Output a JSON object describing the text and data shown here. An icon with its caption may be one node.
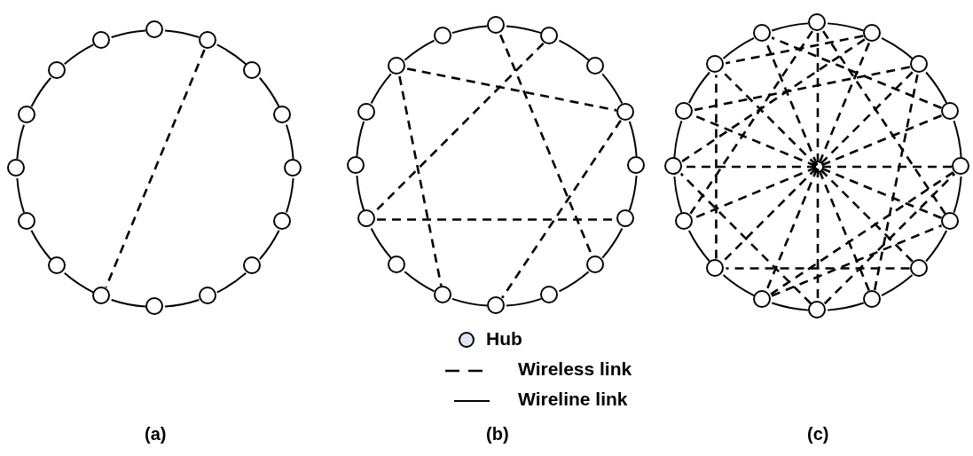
{
  "diagram": {
    "nodes": [
      {
        "text": [],
        "shape": "circle"
      },
      {
        "text": [],
        "shape": "circle"
      },
      {
        "text": [],
        "shape": "circle"
      },
      {
        "text": [],
        "shape": "circle"
      },
      {
        "text": [],
        "shape": "circle"
      },
      {
        "text": [],
        "shape": "circle"
      },
      {
        "text": [],
        "shape": "circle"
      },
      {
        "text": [],
        "shape": "circle"
      },
      {
        "text": [],
        "shape": "circle"
      },
      {
        "text": [],
        "shape": "circle"
      },
      {
        "text": [],
        "shape": "circle"
      },
      {
        "text": [],
        "shape": "circle"
      },
      {
        "text": [],
        "shape": "circle"
      },
      {
        "text": [],
        "shape": "circle"
      },
      {
        "text": [],
        "shape": "circle"
      },
      {
        "text": [],
        "shape": "circle"
      },
      {
        "text": [],
        "shape": "circle"
      },
      {
        "text": [],
        "shape": "circle"
      },
      {
        "text": [],
        "shape": "circle"
      },
      {
        "text": [],
        "shape": "circle"
      },
      {
        "text": [],
        "shape": "circle"
      },
      {
        "text": [],
        "shape": "circle"
      },
      {
        "text": [],
        "shape": "circle"
      },
      {
        "text": [],
        "shape": "circle"
      },
      {
        "text": [],
        "shape": "circle"
      },
      {
        "text": [],
        "shape": "circle"
      },
      {
        "text": [],
        "shape": "circle"
      },
      {
        "text": [],
        "shape": "circle"
      },
      {
        "text": [],
        "shape": "circle"
      },
      {
        "text": [],
        "shape": "circle"
      },
      {
        "text": [],
        "shape": "circle"
      },
      {
        "text": [],
        "shape": "circle"
      },
      {
        "text": [],
        "shape": "circle"
      },
      {
        "text": [],
        "shape": "circle"
      },
      {
        "text": [],
        "shape": "circle"
      },
      {
        "text": [],
        "shape": "circle"
      },
      {
        "text": [],
        "shape": "circle"
      },
      {
        "text": [],
        "shape": "circle"
      },
      {
        "text": [],
        "shape": "circle"
      },
      {
        "text": [],
        "shape": "circle"
      },
      {
        "text": [],
        "shape": "circle"
      },
      {
        "text": [],
        "shape": "circle"
      },
      {
        "text": [],
        "shape": "circle"
      },
      {
        "text": [],
        "shape": "circle"
      },
      {
        "text": [],
        "shape": "circle"
      },
      {
        "text": [],
        "shape": "circle"
      },
      {
        "text": [],
        "shape": "circle"
      },
      {
        "text": [],
        "shape": "circle"
      }
    ],
    "edges": [
      {
        "from": 0,
        "to": 1,
        "arrow": "none"
      },
      {
        "from": 1,
        "to": 2,
        "arrow": "none"
      },
      {
        "from": 2,
        "to": 3,
        "arrow": "none"
      },
      {
        "from": 3,
        "to": 4,
        "arrow": "none"
      },
      {
        "from": 4,
        "to": 5,
        "arrow": "none"
      },
      {
        "from": 5,
        "to": 6,
        "arrow": "none"
      },
      {
        "from": 6,
        "to": 7,
        "arrow": "none"
      },
      {
        "from": 7,
        "to": 8,
        "arrow": "none"
      },
      {
        "from": 8,
        "to": 9,
        "arrow": "none"
      },
      {
        "from": 9,
        "to": 10,
        "arrow": "none"
      },
      {
        "from": 10,
        "to": 11,
        "arrow": "none"
      },
      {
        "from": 11,
        "to": 12,
        "arrow": "none"
      },
      {
        "from": 12,
        "to": 13,
        "arrow": "none"
      },
      {
        "from": 13,
        "to": 14,
        "arrow": "none"
      },
      {
        "from": 14,
        "to": 15,
        "arrow": "none"
      },
      {
        "from": 15,
        "to": 0,
        "arrow": "none"
      },
      {
        "from": 1,
        "to": 9,
        "arrow": "none",
        "style": "dashed"
      },
      {
        "from": 16,
        "to": 17,
        "arrow": "none"
      },
      {
        "from": 17,
        "to": 18,
        "arrow": "none"
      },
      {
        "from": 18,
        "to": 19,
        "arrow": "none"
      },
      {
        "from": 19,
        "to": 20,
        "arrow": "none"
      },
      {
        "from": 20,
        "to": 21,
        "arrow": "none"
      },
      {
        "from": 21,
        "to": 22,
        "arrow": "none"
      },
      {
        "from": 22,
        "to": 23,
        "arrow": "none"
      },
      {
        "from": 23,
        "to": 24,
        "arrow": "none"
      },
      {
        "from": 24,
        "to": 25,
        "arrow": "none"
      },
      {
        "from": 25,
        "to": 26,
        "arrow": "none"
      },
      {
        "from": 26,
        "to": 27,
        "arrow": "none"
      },
      {
        "from": 27,
        "to": 28,
        "arrow": "none"
      },
      {
        "from": 28,
        "to": 29,
        "arrow": "none"
      },
      {
        "from": 29,
        "to": 30,
        "arrow": "none"
      },
      {
        "from": 30,
        "to": 31,
        "arrow": "none"
      },
      {
        "from": 31,
        "to": 16,
        "arrow": "none"
      },
      {
        "from": 30,
        "to": 19,
        "arrow": "none",
        "style": "dashed"
      },
      {
        "from": 30,
        "to": 25,
        "arrow": "none",
        "style": "dashed"
      },
      {
        "from": 16,
        "to": 22,
        "arrow": "none",
        "style": "dashed"
      },
      {
        "from": 17,
        "to": 27,
        "arrow": "none",
        "style": "dashed"
      },
      {
        "from": 27,
        "to": 21,
        "arrow": "none",
        "style": "dashed"
      },
      {
        "from": 19,
        "to": 24,
        "arrow": "none",
        "style": "dashed"
      },
      {
        "from": 32,
        "to": 33,
        "arrow": "none"
      },
      {
        "from": 33,
        "to": 34,
        "arrow": "none"
      },
      {
        "from": 34,
        "to": 35,
        "arrow": "none"
      },
      {
        "from": 35,
        "to": 36,
        "arrow": "none"
      },
      {
        "from": 36,
        "to": 37,
        "arrow": "none"
      },
      {
        "from": 37,
        "to": 38,
        "arrow": "none"
      },
      {
        "from": 38,
        "to": 39,
        "arrow": "none"
      },
      {
        "from": 39,
        "to": 40,
        "arrow": "none"
      },
      {
        "from": 40,
        "to": 41,
        "arrow": "none"
      },
      {
        "from": 41,
        "to": 42,
        "arrow": "none"
      },
      {
        "from": 42,
        "to": 43,
        "arrow": "none"
      },
      {
        "from": 43,
        "to": 44,
        "arrow": "none"
      },
      {
        "from": 44,
        "to": 45,
        "arrow": "none"
      },
      {
        "from": 45,
        "to": 46,
        "arrow": "none"
      },
      {
        "from": 46,
        "to": 47,
        "arrow": "none"
      },
      {
        "from": 47,
        "to": 32,
        "arrow": "none"
      },
      {
        "from": 32,
        "to": 40,
        "arrow": "none",
        "style": "dashed"
      },
      {
        "from": 32,
        "to": 37,
        "arrow": "none",
        "style": "dashed"
      },
      {
        "from": 32,
        "to": 43,
        "arrow": "none",
        "style": "dashed"
      },
      {
        "from": 33,
        "to": 44,
        "arrow": "none",
        "style": "dashed"
      },
      {
        "from": 33,
        "to": 41,
        "arrow": "none",
        "style": "dashed"
      },
      {
        "from": 33,
        "to": 46,
        "arrow": "none",
        "style": "dashed"
      },
      {
        "from": 34,
        "to": 42,
        "arrow": "none",
        "style": "dashed"
      },
      {
        "from": 34,
        "to": 45,
        "arrow": "none",
        "style": "dashed"
      },
      {
        "from": 35,
        "to": 47,
        "arrow": "none",
        "style": "dashed"
      },
      {
        "from": 35,
        "to": 43,
        "arrow": "none",
        "style": "dashed"
      },
      {
        "from": 36,
        "to": 44,
        "arrow": "none",
        "style": "dashed"
      },
      {
        "from": 36,
        "to": 41,
        "arrow": "none",
        "style": "dashed"
      },
      {
        "from": 37,
        "to": 45,
        "arrow": "none",
        "style": "dashed"
      },
      {
        "from": 38,
        "to": 42,
        "arrow": "none",
        "style": "dashed"
      },
      {
        "from": 38,
        "to": 46,
        "arrow": "none",
        "style": "dashed"
      },
      {
        "from": 39,
        "to": 47,
        "arrow": "none",
        "style": "dashed"
      },
      {
        "from": 39,
        "to": 34,
        "arrow": "none",
        "style": "dashed"
      },
      {
        "from": 40,
        "to": 44,
        "arrow": "none",
        "style": "dashed"
      },
      {
        "from": 40,
        "to": 36,
        "arrow": "none",
        "style": "dashed"
      },
      {
        "from": 41,
        "to": 37,
        "arrow": "none",
        "style": "dashed"
      },
      {
        "from": 42,
        "to": 46,
        "arrow": "none",
        "style": "dashed"
      }
    ],
    "labels": [
      "(a)",
      "(b)",
      "(c)"
    ],
    "legend": [
      {
        "text": "Hub"
      },
      {
        "text": "Wireless link"
      },
      {
        "text": "Wireline link"
      }
    ]
  }
}
